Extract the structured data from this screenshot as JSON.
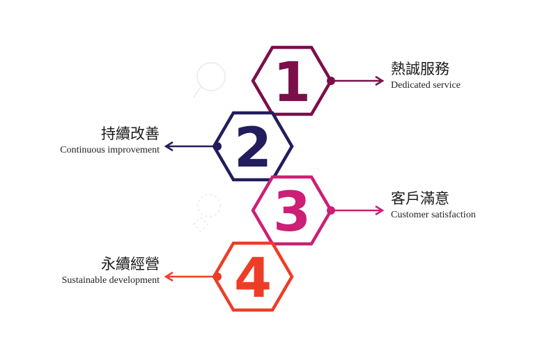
{
  "steps": [
    {
      "number": "1",
      "title": "熱誠服務",
      "subtitle": "Dedicated service",
      "color": "#7b0f4a"
    },
    {
      "number": "2",
      "title": "持續改善",
      "subtitle": "Continuous improvement",
      "color": "#221d5c"
    },
    {
      "number": "3",
      "title": "客戶滿意",
      "subtitle": "Customer satisfaction",
      "color": "#cc1f75"
    },
    {
      "number": "4",
      "title": "永續經營",
      "subtitle": "Sustainable development",
      "color": "#ee3d26"
    }
  ]
}
